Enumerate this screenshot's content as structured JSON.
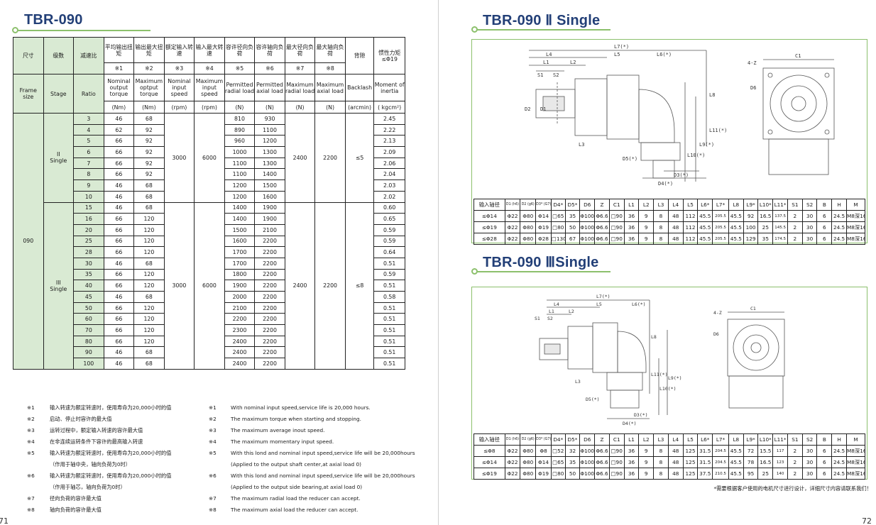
{
  "left": {
    "title": "TBR-090",
    "page_number": "71",
    "table": {
      "zh_headers": [
        "尺寸",
        "级数",
        "减速比",
        "平均输出扭矩",
        "输出最大扭矩",
        "额定输入转速",
        "输入最大转速",
        "容许径向负荷",
        "容许轴向负荷",
        "最大径向负荷",
        "最大轴向负荷",
        "背隙",
        "惯性力矩≤Φ19"
      ],
      "marks": [
        "※1",
        "※2",
        "※3",
        "※4",
        "※5",
        "※6",
        "※7",
        "※8"
      ],
      "en_headers": [
        "Frame size",
        "Stage",
        "Ratio",
        "Nominal output torque",
        "Maximum optput torque",
        "Nominal input speed",
        "Maximum input speed",
        "Permitted radial load",
        "Permitted axial load",
        "Maximum radial load",
        "Maximum axial load",
        "Backlash",
        "Moment of inertia"
      ],
      "units": [
        "(Nm)",
        "(Nm)",
        "(rpm)",
        "(rpm)",
        "(N)",
        "(N)",
        "(N)",
        "(N)",
        "(arcmin)",
        "( kgcm²)"
      ],
      "frame": "090",
      "stage2": {
        "label_roman": "II",
        "label": "Single",
        "input_speed": "3000",
        "max_speed": "6000",
        "max_radial": "2400",
        "max_axial": "2200",
        "backlash": "≤5",
        "rows": [
          [
            "3",
            "46",
            "68",
            "810",
            "930",
            "2.45"
          ],
          [
            "4",
            "62",
            "92",
            "890",
            "1100",
            "2.22"
          ],
          [
            "5",
            "66",
            "92",
            "960",
            "1200",
            "2.13"
          ],
          [
            "6",
            "66",
            "92",
            "1000",
            "1300",
            "2.09"
          ],
          [
            "7",
            "66",
            "92",
            "1100",
            "1300",
            "2.06"
          ],
          [
            "8",
            "66",
            "92",
            "1100",
            "1400",
            "2.04"
          ],
          [
            "9",
            "46",
            "68",
            "1200",
            "1500",
            "2.03"
          ],
          [
            "10",
            "46",
            "68",
            "1200",
            "1600",
            "2.02"
          ]
        ]
      },
      "stage3": {
        "label_roman": "III",
        "label": "Single",
        "input_speed": "3000",
        "max_speed": "6000",
        "max_radial": "2400",
        "max_axial": "2200",
        "backlash": "≤8",
        "rows": [
          [
            "15",
            "46",
            "68",
            "1400",
            "1900",
            "0.60"
          ],
          [
            "16",
            "66",
            "120",
            "1400",
            "1900",
            "0.65"
          ],
          [
            "20",
            "66",
            "120",
            "1500",
            "2100",
            "0.59"
          ],
          [
            "25",
            "66",
            "120",
            "1600",
            "2200",
            "0.59"
          ],
          [
            "28",
            "66",
            "120",
            "1700",
            "2200",
            "0.64"
          ],
          [
            "30",
            "46",
            "68",
            "1700",
            "2200",
            "0.51"
          ],
          [
            "35",
            "66",
            "120",
            "1800",
            "2200",
            "0.59"
          ],
          [
            "40",
            "66",
            "120",
            "1900",
            "2200",
            "0.51"
          ],
          [
            "45",
            "46",
            "68",
            "2000",
            "2200",
            "0.58"
          ],
          [
            "50",
            "66",
            "120",
            "2100",
            "2200",
            "0.51"
          ],
          [
            "60",
            "66",
            "120",
            "2200",
            "2200",
            "0.51"
          ],
          [
            "70",
            "66",
            "120",
            "2300",
            "2200",
            "0.51"
          ],
          [
            "80",
            "66",
            "120",
            "2400",
            "2200",
            "0.51"
          ],
          [
            "90",
            "46",
            "68",
            "2400",
            "2200",
            "0.51"
          ],
          [
            "100",
            "46",
            "68",
            "2400",
            "2200",
            "0.51"
          ]
        ]
      }
    },
    "notes_zh": [
      {
        "mark": "※1",
        "text": "输入转速为额定转速时，使用寿命为20,000小时的值"
      },
      {
        "mark": "※2",
        "text": "启动、停止时容许的最大值"
      },
      {
        "mark": "※3",
        "text": "运转过程中，额定输入转速的容许最大值"
      },
      {
        "mark": "※4",
        "text": "在非连续运转条件下容许的最高输入转速"
      },
      {
        "mark": "※5",
        "text": "输入转速为额定转速时，使用寿命为20,000小时的值"
      },
      {
        "mark": "",
        "text": "（作用于轴中央，轴向负荷为0时）"
      },
      {
        "mark": "※6",
        "text": "输入转速为额定转速时，使用寿命为20,000小时的值"
      },
      {
        "mark": "",
        "text": "（作用于轴芯，轴向负荷为0时）"
      },
      {
        "mark": "※7",
        "text": "径向负荷的容许最大值"
      },
      {
        "mark": "※8",
        "text": "轴向负荷的容许最大值"
      }
    ],
    "notes_en": [
      {
        "mark": "※1",
        "text": "With nominal input speed,service life is 20,000 hours."
      },
      {
        "mark": "※2",
        "text": "The maximum torque when starting and stopping."
      },
      {
        "mark": "※3",
        "text": "The maximum average inout speed."
      },
      {
        "mark": "※4",
        "text": "The maximum momentary input speed."
      },
      {
        "mark": "※5",
        "text": "With this lond and nominal input speed,service life will be 20,000hours"
      },
      {
        "mark": "",
        "text": "(Applied to the output shaft center,at axial load 0)"
      },
      {
        "mark": "※6",
        "text": "With this lond and nominal input speed,service life will be 20,000hours"
      },
      {
        "mark": "",
        "text": "(Applied to the output side bearing,at axial load 0)"
      },
      {
        "mark": "※7",
        "text": "The maximum radial load the reducer can accept."
      },
      {
        "mark": "※8",
        "text": "The maximum axial load the reducer can accept."
      }
    ]
  },
  "right": {
    "page_number": "72",
    "section1_title": "TBR-090 Ⅱ Single",
    "section2_title": "TBR-090 ⅢSingle",
    "dim_labels": {
      "L7": "L7(*)",
      "L4": "L4",
      "L5": "L5",
      "L6": "L6(*)",
      "L1": "L1",
      "L2": "L2",
      "S1": "S1",
      "S2": "S2",
      "L3": "L3",
      "L8": "L8",
      "L9": "L9(*)",
      "L10": "L10(*)",
      "L11": "L11(*)",
      "D2": "D2",
      "D1": "D1",
      "D5": "D5(*)",
      "D3": "D3(*)",
      "D4": "D4(*)",
      "C1": "C1",
      "Z": "4-Z",
      "D6": "D6"
    },
    "dim_headers": [
      "输入轴径",
      "D1 (h6)",
      "D2 (g6)",
      "D3* (G7)",
      "D4*",
      "D5*",
      "D6",
      "Z",
      "C1",
      "L1",
      "L2",
      "L3",
      "L4",
      "L5",
      "L6*",
      "L7*",
      "L8",
      "L9*",
      "L10*",
      "L11*",
      "S1",
      "S2",
      "B",
      "H",
      "M"
    ],
    "dim_rows_1": [
      [
        "≤Φ14",
        "Φ22",
        "Φ80",
        "Φ14",
        "□65",
        "35",
        "Φ100",
        "Φ6.6",
        "□90",
        "36",
        "9",
        "8",
        "48",
        "112",
        "45.5",
        "205.5",
        "45.5",
        "92",
        "16.5",
        "137.5",
        "2",
        "30",
        "6",
        "24.5",
        "M8深16"
      ],
      [
        "≤Φ19",
        "Φ22",
        "Φ80",
        "Φ19",
        "□80",
        "50",
        "Φ100",
        "Φ6.6",
        "□90",
        "36",
        "9",
        "8",
        "48",
        "112",
        "45.5",
        "205.5",
        "45.5",
        "100",
        "25",
        "145.5",
        "2",
        "30",
        "6",
        "24.5",
        "M8深16"
      ],
      [
        "≤Φ28",
        "Φ22",
        "Φ80",
        "Φ28",
        "□130",
        "67",
        "Φ100",
        "Φ6.6",
        "□90",
        "36",
        "9",
        "8",
        "48",
        "112",
        "45.5",
        "205.5",
        "45.5",
        "129",
        "35",
        "174.5",
        "2",
        "30",
        "6",
        "24.5",
        "M8深16"
      ]
    ],
    "dim_rows_2": [
      [
        "≤Φ8",
        "Φ22",
        "Φ80",
        "Φ8",
        "□52",
        "32",
        "Φ100",
        "Φ6.6",
        "□90",
        "36",
        "9",
        "8",
        "48",
        "125",
        "31.5",
        "204.5",
        "45.5",
        "72",
        "15.5",
        "117",
        "2",
        "30",
        "6",
        "24.5",
        "M8深16"
      ],
      [
        "≤Φ14",
        "Φ22",
        "Φ80",
        "Φ14",
        "□65",
        "35",
        "Φ100",
        "Φ6.6",
        "□90",
        "36",
        "9",
        "8",
        "48",
        "125",
        "31.5",
        "204.5",
        "45.5",
        "78",
        "16.5",
        "123",
        "2",
        "30",
        "6",
        "24.5",
        "M8深16"
      ],
      [
        "≤Φ19",
        "Φ22",
        "Φ80",
        "Φ19",
        "□80",
        "50",
        "Φ100",
        "Φ6.6",
        "□90",
        "36",
        "9",
        "8",
        "48",
        "125",
        "37.5",
        "210.5",
        "45.5",
        "95",
        "25",
        "140",
        "2",
        "30",
        "6",
        "24.5",
        "M8深16"
      ]
    ],
    "footnote": "*需要根据客户使用的电机尺寸进行设计，详细尺寸内容请联系我们！"
  }
}
